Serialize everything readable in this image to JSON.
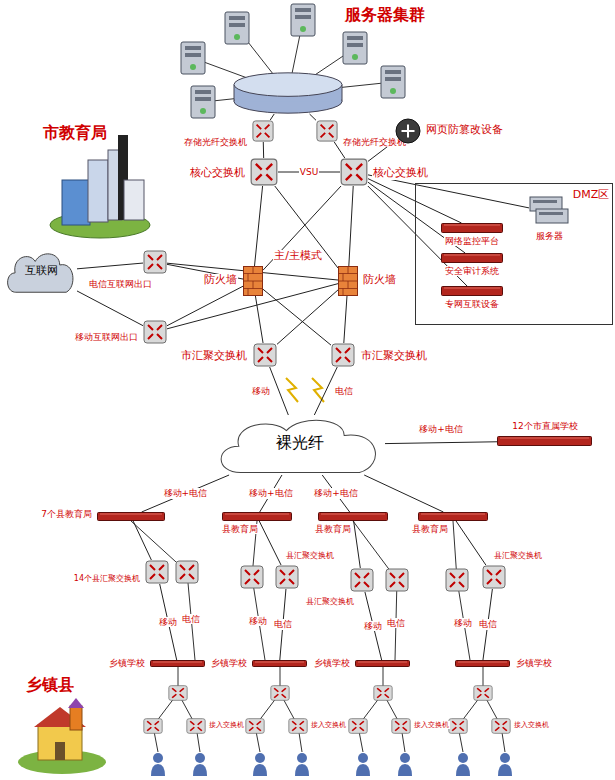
{
  "diagram": {
    "nodes": [
      {
        "text": [
          "服务器集群"
        ]
      },
      {
        "text": [
          "存储光纤交换机"
        ]
      },
      {
        "text": [
          "存储光纤交换机"
        ]
      },
      {
        "text": [
          "网页防篡改设备"
        ]
      },
      {
        "text": [
          "核心交换机"
        ]
      },
      {
        "text": [
          "核心交换机"
        ]
      },
      {
        "text": [
          "DMZ区"
        ]
      },
      {
        "text": [
          "服务器"
        ],
        "in": 6
      },
      {
        "text": [
          "网络监控平台"
        ],
        "in": 6
      },
      {
        "text": [
          "安全审计系统"
        ],
        "in": 6
      },
      {
        "text": [
          "专网互联设备"
        ],
        "in": 6
      },
      {
        "text": [
          "互联网"
        ]
      },
      {
        "text": [
          "电信互联网出口"
        ]
      },
      {
        "text": [
          "移动互联网出口"
        ]
      },
      {
        "text": [
          "防火墙"
        ]
      },
      {
        "text": [
          "防火墙"
        ]
      },
      {
        "text": [
          "市汇聚交换机"
        ]
      },
      {
        "text": [
          "市汇聚交换机"
        ]
      },
      {
        "text": [
          "裸光纤"
        ]
      },
      {
        "text": [
          "12个市直属学校"
        ]
      },
      {
        "text": [
          "7个县教育局"
        ]
      },
      {
        "text": [
          "县教育局"
        ]
      },
      {
        "text": [
          "县教育局"
        ]
      },
      {
        "text": [
          "县教育局"
        ]
      },
      {
        "text": [
          "14个县汇聚交换机"
        ]
      },
      {
        "text": [
          "县汇聚交换机"
        ]
      },
      {
        "text": [
          "县汇聚交换机"
        ]
      },
      {
        "text": [
          "县汇聚交换机"
        ]
      },
      {
        "text": [
          "乡镇学校"
        ]
      },
      {
        "text": [
          "乡镇学校"
        ]
      },
      {
        "text": [
          "乡镇学校"
        ]
      },
      {
        "text": [
          "乡镇学校"
        ]
      },
      {
        "text": [
          "接入交换机"
        ]
      },
      {
        "text": [
          "接入交换机"
        ]
      },
      {
        "text": [
          "接入交换机"
        ]
      },
      {
        "text": [
          "接入交换机"
        ]
      }
    ],
    "edges": [
      {
        "from": 0,
        "to": 1,
        "arrow": "none"
      },
      {
        "from": 0,
        "to": 2,
        "arrow": "none"
      },
      {
        "from": 1,
        "to": 4,
        "arrow": "none"
      },
      {
        "from": 2,
        "to": 5,
        "arrow": "none"
      },
      {
        "from": 3,
        "to": 5,
        "arrow": "none"
      },
      {
        "from": 4,
        "to": 5,
        "label": "VSU",
        "arrow": "none"
      },
      {
        "from": 4,
        "to": 14,
        "arrow": "none"
      },
      {
        "from": 4,
        "to": 15,
        "arrow": "none"
      },
      {
        "from": 5,
        "to": 14,
        "arrow": "none"
      },
      {
        "from": 5,
        "to": 15,
        "arrow": "none"
      },
      {
        "from": 5,
        "to": 7,
        "arrow": "none"
      },
      {
        "from": 5,
        "to": 8,
        "arrow": "none"
      },
      {
        "from": 5,
        "to": 9,
        "arrow": "none"
      },
      {
        "from": 5,
        "to": 10,
        "arrow": "none"
      },
      {
        "from": 11,
        "to": 12,
        "arrow": "none"
      },
      {
        "from": 11,
        "to": 13,
        "arrow": "none"
      },
      {
        "from": 12,
        "to": 14,
        "arrow": "none"
      },
      {
        "from": 12,
        "to": 15,
        "arrow": "none"
      },
      {
        "from": 13,
        "to": 14,
        "arrow": "none"
      },
      {
        "from": 13,
        "to": 15,
        "arrow": "none"
      },
      {
        "from": 14,
        "to": 16,
        "arrow": "none"
      },
      {
        "from": 14,
        "to": 17,
        "arrow": "none"
      },
      {
        "from": 15,
        "to": 16,
        "arrow": "none"
      },
      {
        "from": 15,
        "to": 17,
        "arrow": "none"
      },
      {
        "from": 16,
        "to": 18,
        "label": "移动",
        "arrow": "none"
      },
      {
        "from": 17,
        "to": 18,
        "label": "电信",
        "arrow": "none"
      },
      {
        "from": 18,
        "to": 19,
        "label": "移动+电信",
        "arrow": "none"
      },
      {
        "from": 18,
        "to": 20,
        "label": "移动+电信",
        "arrow": "none"
      },
      {
        "from": 18,
        "to": 21,
        "label": "移动+电信",
        "arrow": "none"
      },
      {
        "from": 18,
        "to": 22,
        "label": "移动+电信",
        "arrow": "none"
      },
      {
        "from": 18,
        "to": 23,
        "arrow": "none"
      },
      {
        "from": 20,
        "to": 24,
        "arrow": "none"
      },
      {
        "from": 21,
        "to": 25,
        "arrow": "none"
      },
      {
        "from": 22,
        "to": 26,
        "arrow": "none"
      },
      {
        "from": 23,
        "to": 27,
        "arrow": "none"
      },
      {
        "from": 24,
        "to": 28,
        "label": "移动",
        "arrow": "none"
      },
      {
        "from": 25,
        "to": 29,
        "label": "电信",
        "arrow": "none"
      },
      {
        "from": 26,
        "to": 30,
        "label": "移动",
        "arrow": "none"
      },
      {
        "from": 27,
        "to": 31,
        "label": "电信",
        "arrow": "none"
      }
    ],
    "labels": [
      "市教育局",
      "主/主模式",
      "乡镇县",
      "电信",
      "移动",
      "电信",
      "移动"
    ]
  }
}
